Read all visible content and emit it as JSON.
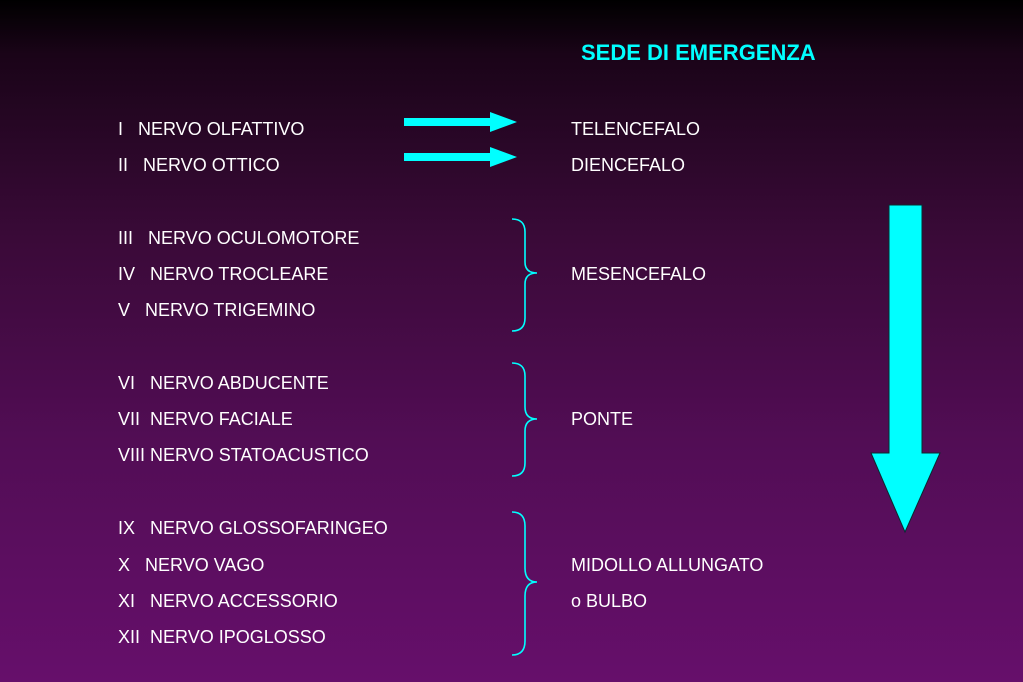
{
  "heading": "SEDE DI EMERGENZA",
  "accent_color": "#00ffff",
  "nerves": [
    "I   NERVO OLFATTIVO",
    "II   NERVO OTTICO",
    "III   NERVO OCULOMOTORE",
    "IV   NERVO TROCLEARE",
    "V   NERVO TRIGEMINO",
    "VI   NERVO ABDUCENTE",
    "VII  NERVO FACIALE",
    "VIII NERVO STATOACUSTICO",
    "IX   NERVO GLOSSOFARINGEO",
    "X   NERVO VAGO",
    "XI   NERVO ACCESSORIO",
    "XII  NERVO IPOGLOSSO"
  ],
  "sites": [
    "TELENCEFALO",
    "DIENCEFALO",
    "MESENCEFALO",
    "PONTE",
    "MIDOLLO ALLUNGATO",
    "o BULBO"
  ],
  "icons": [
    "right-arrow-icon",
    "down-arrow-icon",
    "brace-icon"
  ]
}
